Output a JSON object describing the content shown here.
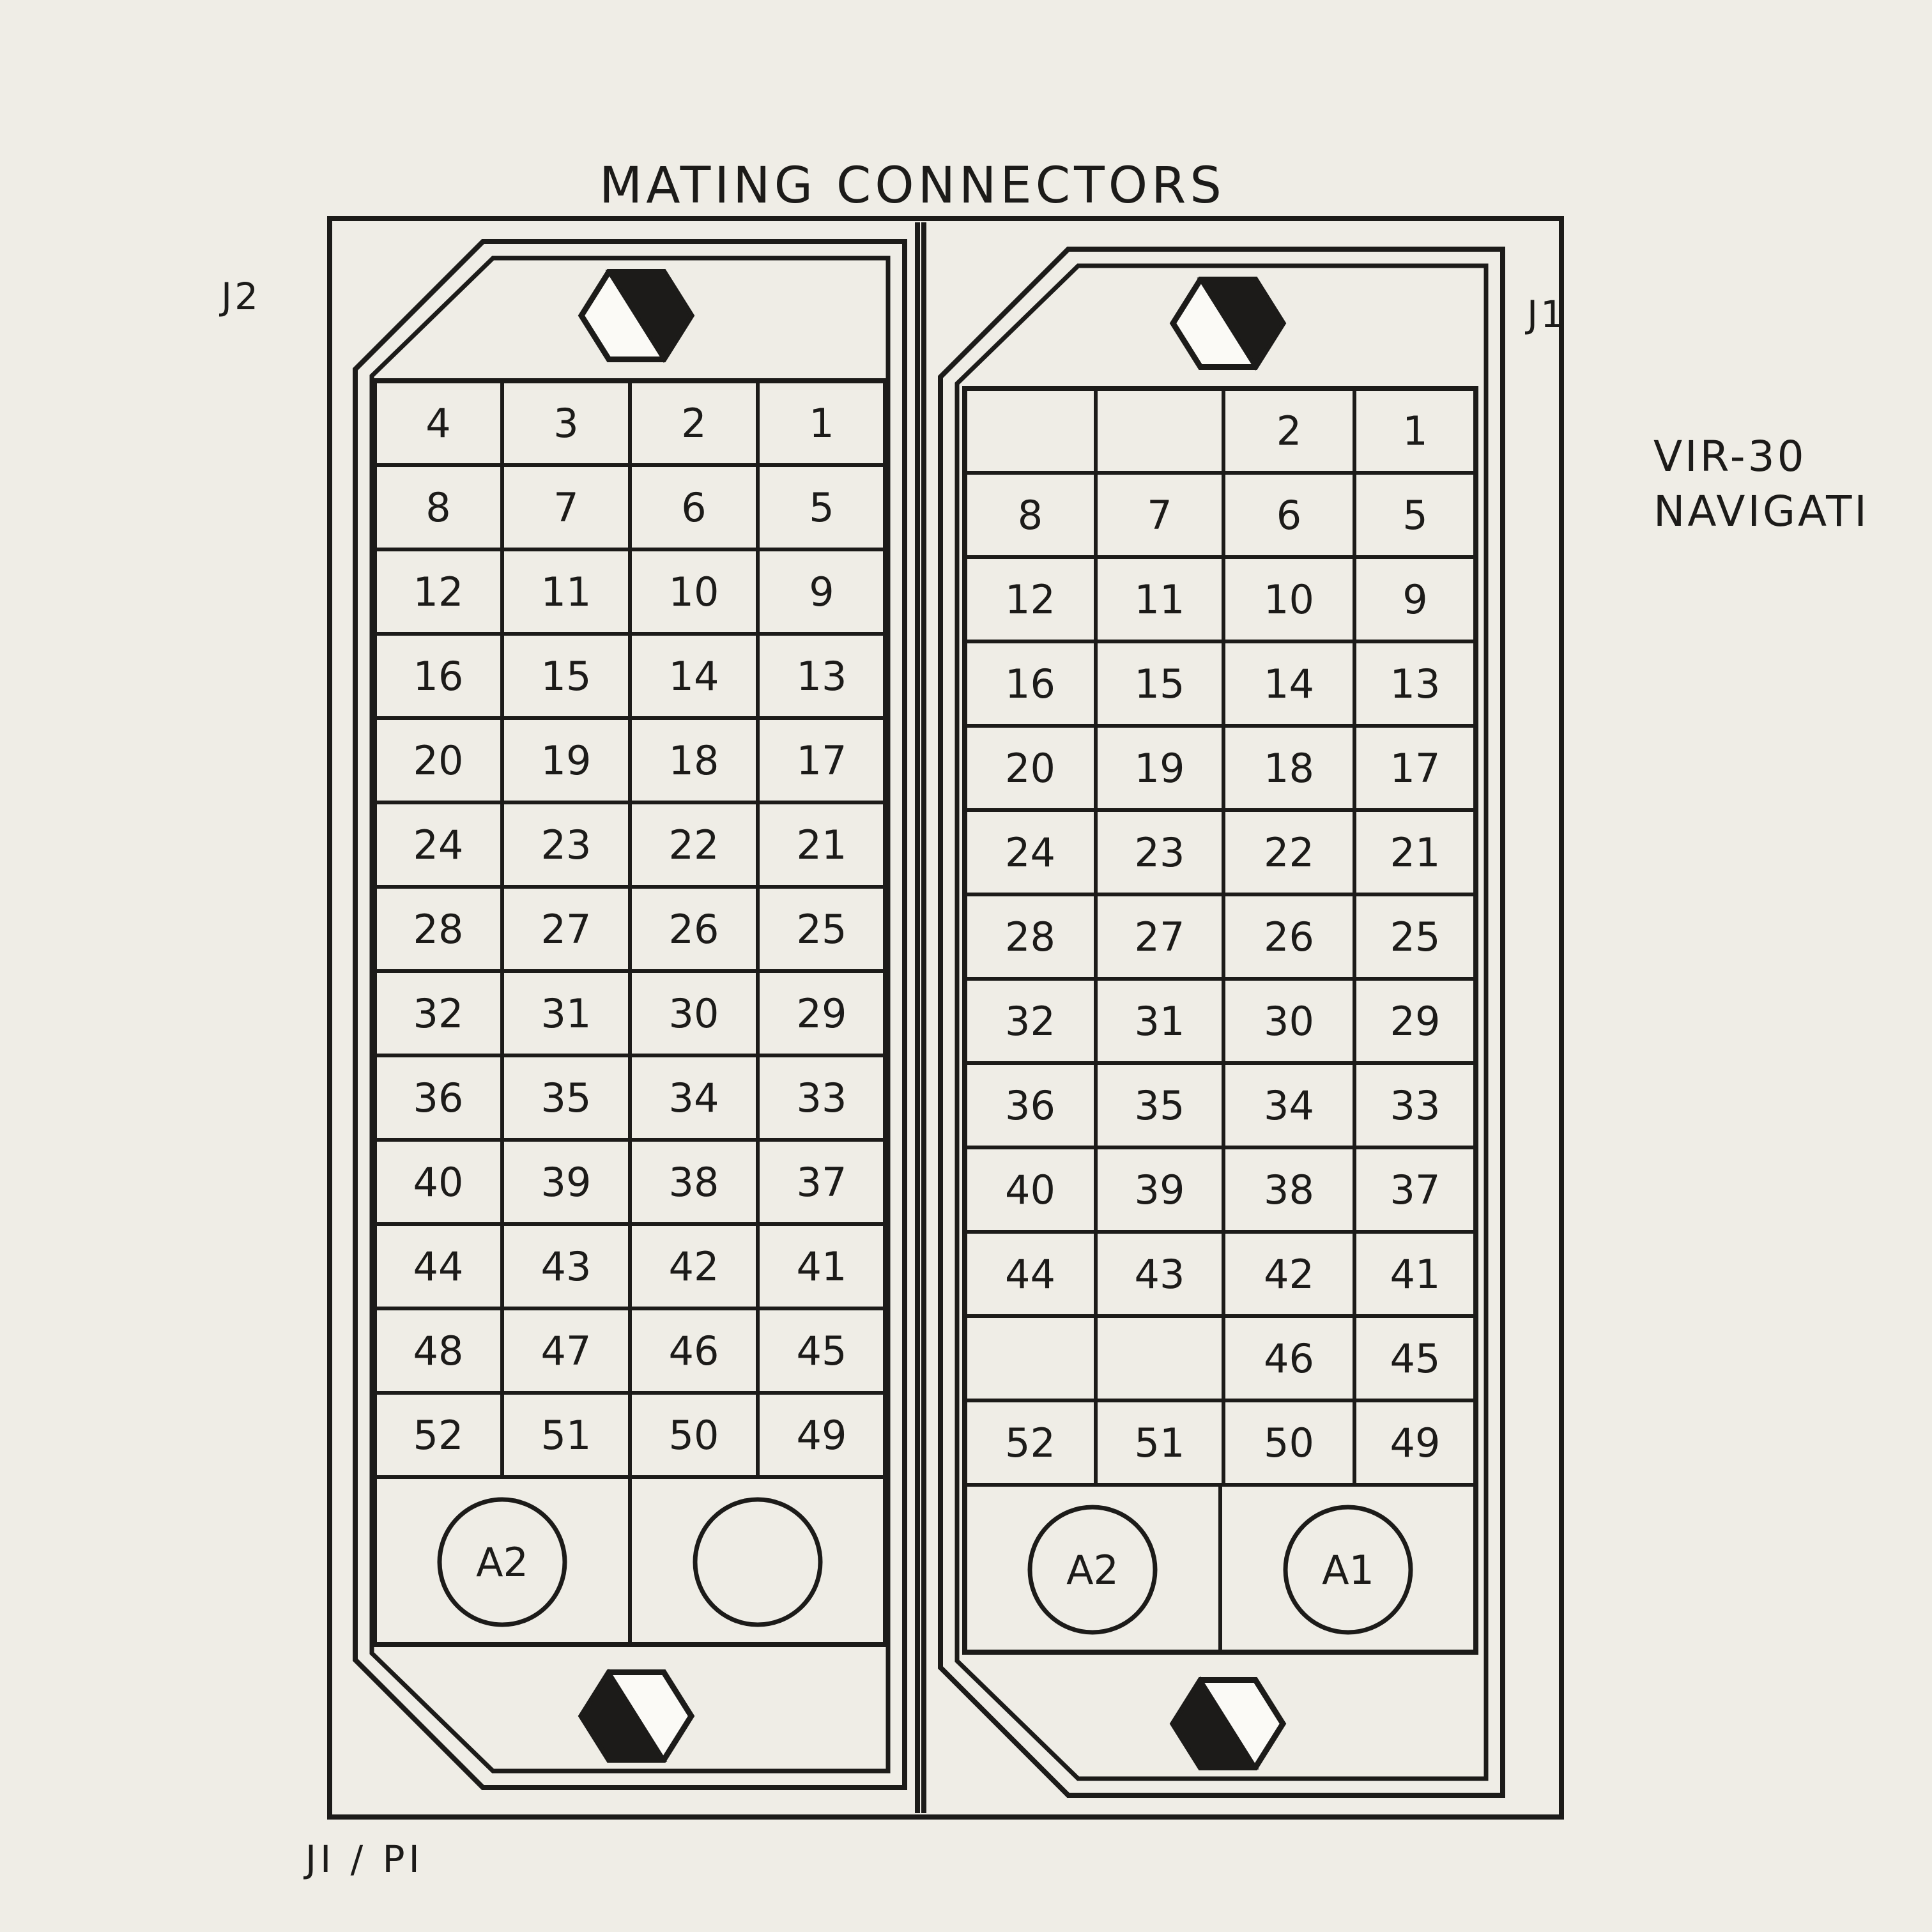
{
  "title": "MATING CONNECTORS",
  "labels": {
    "left_connector": "J2",
    "right_connector": "J1",
    "bottom": "JI / PI",
    "model": "VIR-30",
    "model_subtitle": "NAVIGATI"
  },
  "connectors": [
    {
      "name": "J2",
      "rows": [
        [
          "4",
          "3",
          "2",
          "1"
        ],
        [
          "8",
          "7",
          "6",
          "5"
        ],
        [
          "12",
          "11",
          "10",
          "9"
        ],
        [
          "16",
          "15",
          "14",
          "13"
        ],
        [
          "20",
          "19",
          "18",
          "17"
        ],
        [
          "24",
          "23",
          "22",
          "21"
        ],
        [
          "28",
          "27",
          "26",
          "25"
        ],
        [
          "32",
          "31",
          "30",
          "29"
        ],
        [
          "36",
          "35",
          "34",
          "33"
        ],
        [
          "40",
          "39",
          "38",
          "37"
        ],
        [
          "44",
          "43",
          "42",
          "41"
        ],
        [
          "48",
          "47",
          "46",
          "45"
        ],
        [
          "52",
          "51",
          "50",
          "49"
        ]
      ],
      "keys": [
        "A2",
        ""
      ]
    },
    {
      "name": "J1",
      "rows": [
        [
          "",
          "",
          "2",
          "1"
        ],
        [
          "8",
          "7",
          "6",
          "5"
        ],
        [
          "12",
          "11",
          "10",
          "9"
        ],
        [
          "16",
          "15",
          "14",
          "13"
        ],
        [
          "20",
          "19",
          "18",
          "17"
        ],
        [
          "24",
          "23",
          "22",
          "21"
        ],
        [
          "28",
          "27",
          "26",
          "25"
        ],
        [
          "32",
          "31",
          "30",
          "29"
        ],
        [
          "36",
          "35",
          "34",
          "33"
        ],
        [
          "40",
          "39",
          "38",
          "37"
        ],
        [
          "44",
          "43",
          "42",
          "41"
        ],
        [
          "",
          "",
          "46",
          "45"
        ],
        [
          "52",
          "51",
          "50",
          "49"
        ]
      ],
      "keys": [
        "A2",
        "A1"
      ]
    }
  ]
}
